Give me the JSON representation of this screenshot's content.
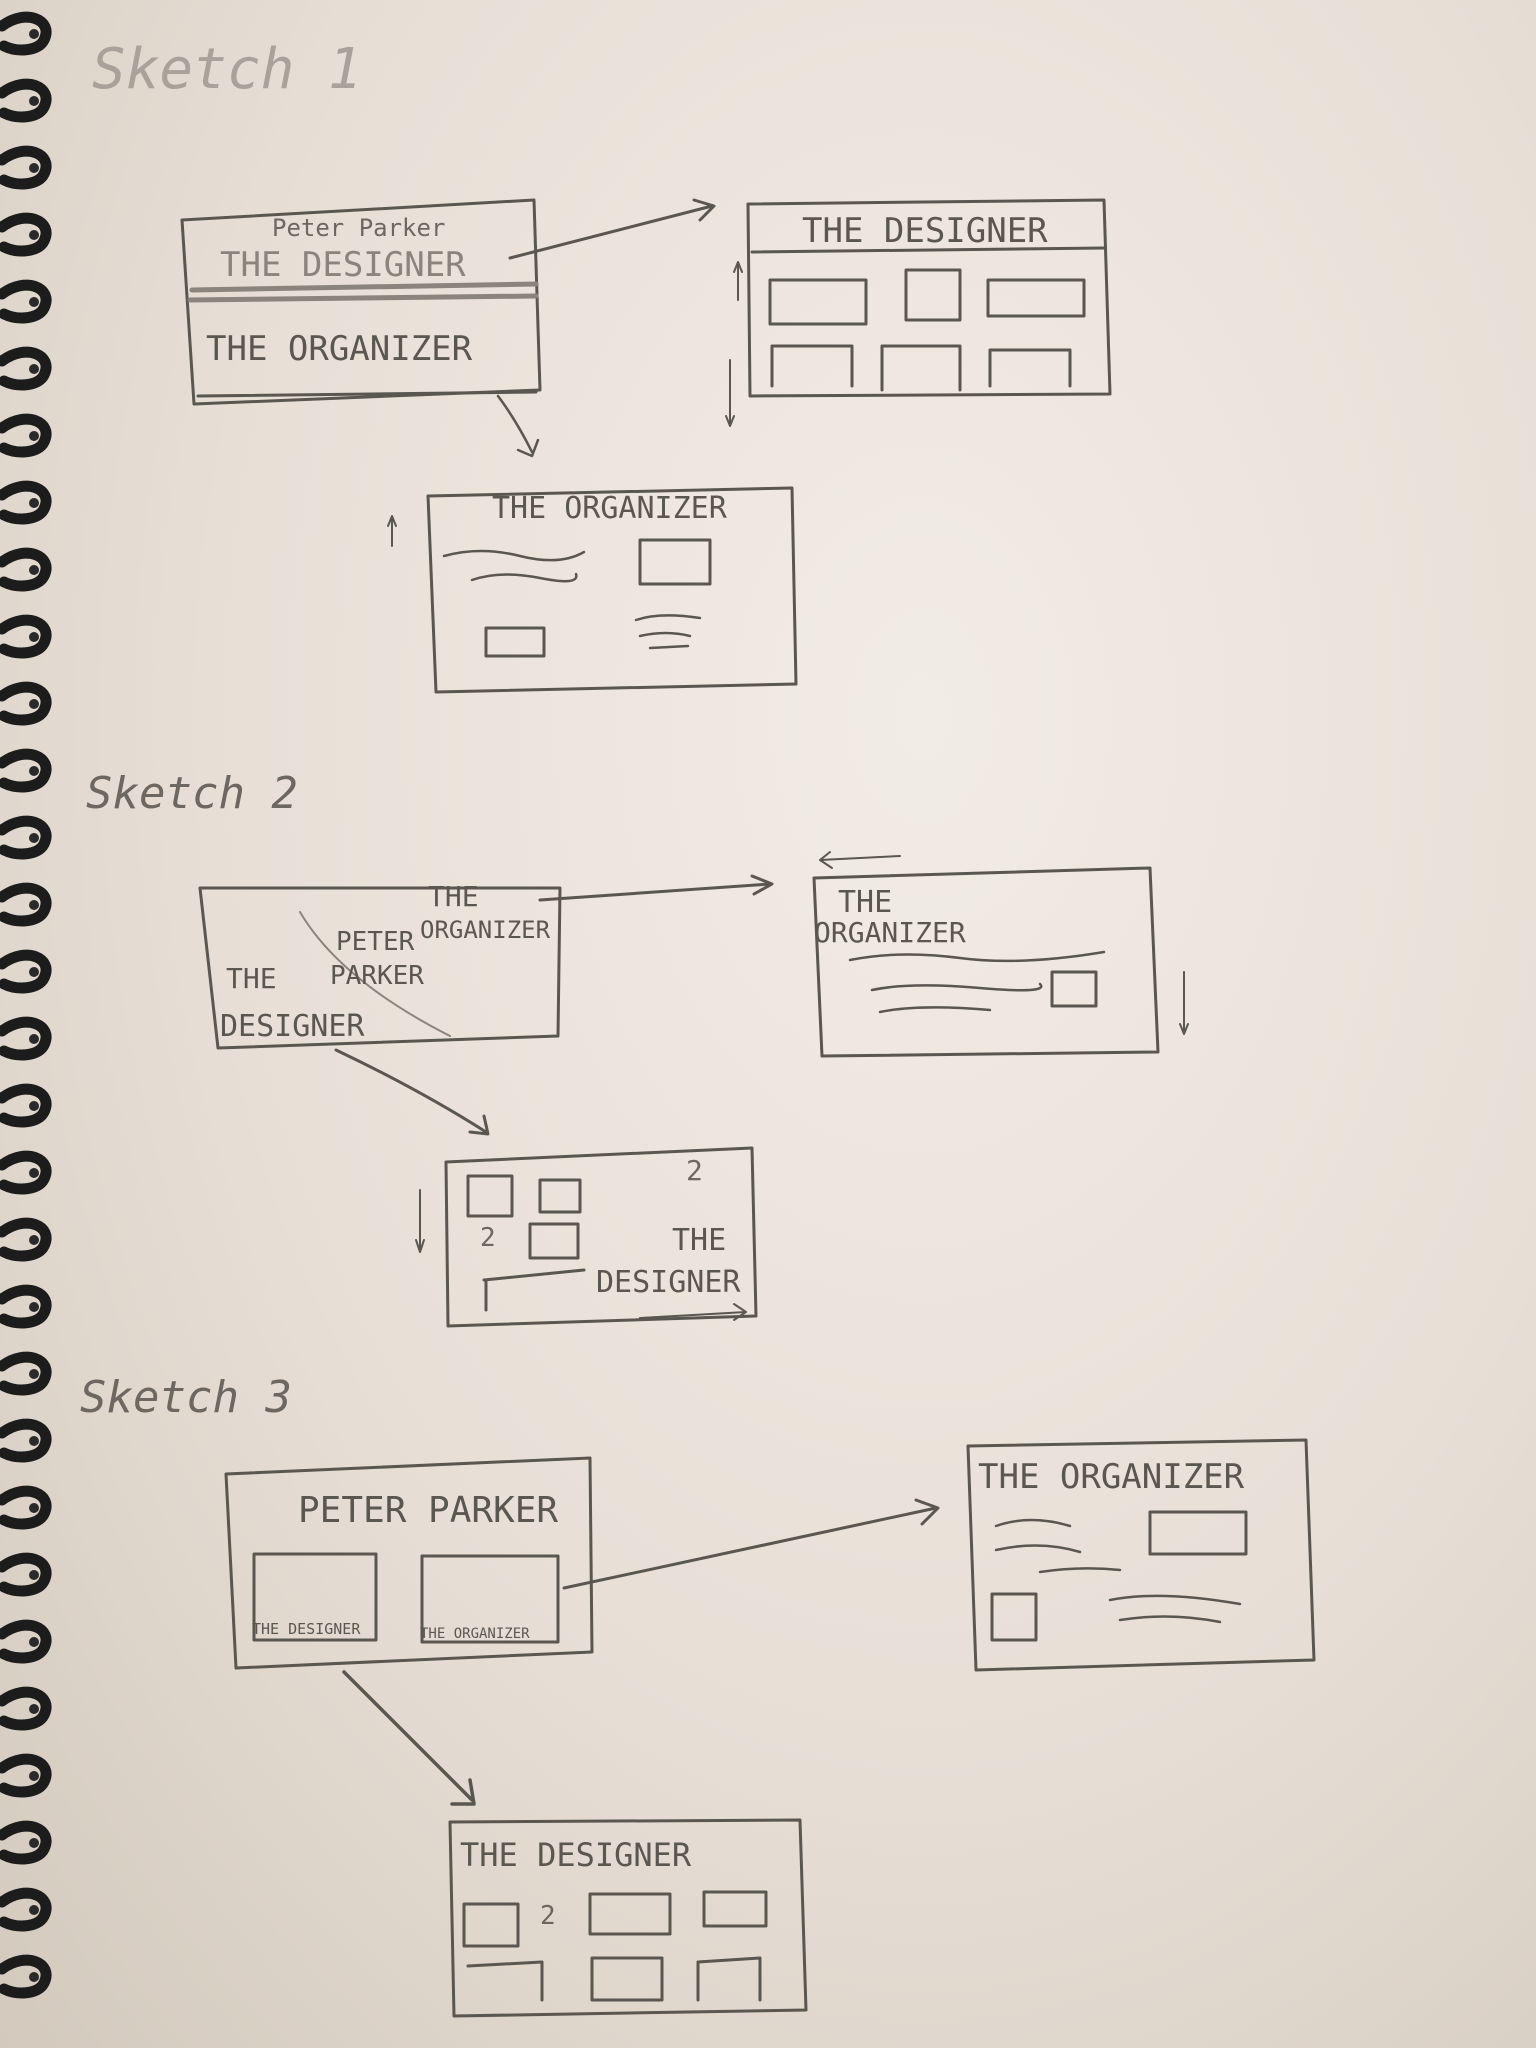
{
  "headings": {
    "sketch1": "Sketch 1",
    "sketch2": "Sketch 2",
    "sketch3": "Sketch 3"
  },
  "sketch1": {
    "landing_name": "Peter Parker",
    "landing_top": "THE DESIGNER",
    "landing_bottom": "THE ORGANIZER",
    "designer_title": "THE DESIGNER",
    "organizer_title": "THE ORGANIZER"
  },
  "sketch2": {
    "landing_the_organizer_1": "THE",
    "landing_the_organizer_2": "ORGANIZER",
    "landing_name_1": "PETER",
    "landing_name_2": "PARKER",
    "landing_the_designer_1": "THE",
    "landing_the_designer_2": "DESIGNER",
    "organizer_title_1": "THE",
    "organizer_title_2": "ORGANIZER",
    "designer_mark": "2",
    "designer_mark_2": "2",
    "designer_title_1": "THE",
    "designer_title_2": "DESIGNER"
  },
  "sketch3": {
    "landing_name": "PETER PARKER",
    "landing_card_left": "THE DESIGNER",
    "landing_card_right": "THE ORGANIZER",
    "organizer_title": "THE ORGANIZER",
    "designer_title": "THE DESIGNER",
    "designer_mark": "2"
  },
  "colors": {
    "paper": "#ece6dd",
    "pencil": "#5a5650",
    "pencil_light": "#9a948c",
    "spiral": "#1c1c1c"
  }
}
